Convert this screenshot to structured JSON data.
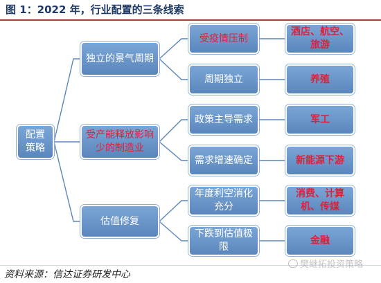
{
  "title": "图 1：2022 年，行业配置的三条线索",
  "root": {
    "label": "配置策略"
  },
  "branches": [
    {
      "label": "独立的景气周期",
      "children": [
        {
          "label": "受疫情压制",
          "leaf": "酒店、航空、旅游"
        },
        {
          "label": "周期独立",
          "leaf": "养殖"
        }
      ]
    },
    {
      "label": "受产能释放影响少的制造业",
      "children": [
        {
          "label": "政策主导需求",
          "leaf": "军工"
        },
        {
          "label": "需求增速确定",
          "leaf": "新能源下游"
        }
      ]
    },
    {
      "label": "估值修复",
      "children": [
        {
          "label": "年度利空消化充分",
          "leaf": "消费、计算机、传媒"
        },
        {
          "label": "下跌到估值极限",
          "leaf": "金融"
        }
      ]
    }
  ],
  "source": "资料来源：信达证券研发中心",
  "watermark": "樊继拓投资策略",
  "colors": {
    "node_fill": "#6f9bd0",
    "leaf_text": "#e0203a",
    "title_text": "#1f3a66",
    "connector": "#5b86bd"
  }
}
